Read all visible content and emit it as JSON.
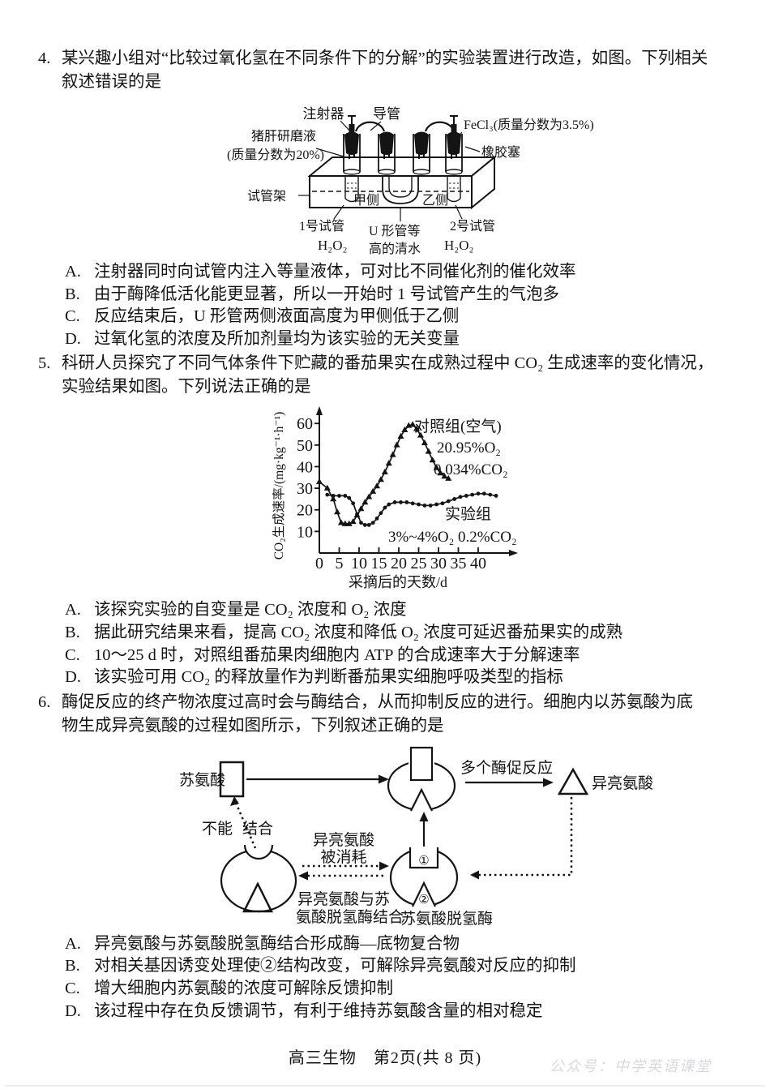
{
  "page": {
    "footer": "高三生物　第2页(共 8 页)",
    "watermark": "公众号：中学英语课堂"
  },
  "q4": {
    "number": "4.",
    "stem": [
      "某兴趣小组对“比较过氧化氢在不同条件下的分解”的实验装置进行改造，如图。下列相关",
      "叙述错误的是"
    ],
    "diagram": {
      "syringe": "注射器",
      "duct": "导管",
      "fecl3": "FeCl₃(质量分数为3.5%)",
      "liver1": "猪肝研磨液",
      "liver2": "(质量分数为20%)",
      "stopper": "橡胶塞",
      "rack": "试管架",
      "side_a": "甲侧",
      "side_b": "乙侧",
      "tube1": "1号试管",
      "h2o2_left": "H₂O₂",
      "utube1": "U 形管等",
      "utube2": "高的清水",
      "tube2": "2号试管",
      "h2o2_right": "H₂O₂"
    },
    "options": [
      {
        "label": "A.",
        "text": "注射器同时向试管内注入等量液体，可对比不同催化剂的催化效率"
      },
      {
        "label": "B.",
        "text": "由于酶降低活化能更显著，所以一开始时 1 号试管产生的气泡多"
      },
      {
        "label": "C.",
        "text": "反应结束后，U 形管两侧液面高度为甲侧低于乙侧"
      },
      {
        "label": "D.",
        "text": "过氧化氢的浓度及所加剂量均为该实验的无关变量"
      }
    ]
  },
  "q5": {
    "number": "5.",
    "stem": [
      "科研人员探究了不同气体条件下贮藏的番茄果实在成熟过程中 CO₂ 生成速率的变化情况，",
      "实验结果如图。下列说法正确的是"
    ],
    "options": [
      {
        "label": "A.",
        "text": "该探究实验的自变量是 CO₂ 浓度和 O₂ 浓度"
      },
      {
        "label": "B.",
        "text": "据此研究结果来看，提高 CO₂ 浓度和降低 O₂ 浓度可延迟番茄果实的成熟"
      },
      {
        "label": "C.",
        "text": "10～25 d 时，对照组番茄果肉细胞内 ATP 的合成速率大于分解速率"
      },
      {
        "label": "D.",
        "text": "该实验可用 CO₂ 的释放量作为判断番茄果实细胞呼吸类型的指标"
      }
    ]
  },
  "q6": {
    "number": "6.",
    "stem": [
      "酶促反应的终产物浓度过高时会与酶结合，从而抑制反应的进行。细胞内以苏氨酸为底",
      "物生成异亮氨酸的过程如图所示，下列叙述正确的是"
    ],
    "diagram": {
      "threonine": "苏氨酸",
      "multi_reaction": "多个酶促反应",
      "isoleucine": "异亮氨酸",
      "cannot1": "不能",
      "cannot2": "结合",
      "consumed1": "异亮氨酸",
      "consumed2": "被消耗",
      "bind1": "异亮氨酸与苏",
      "bind2": "氨酸脱氢酶结合",
      "enzyme_name": "苏氨酸脱氢酶",
      "site1": "①",
      "site2": "②"
    },
    "options": [
      {
        "label": "A.",
        "text": "异亮氨酸与苏氨酸脱氢酶结合形成酶—底物复合物"
      },
      {
        "label": "B.",
        "text": "对相关基因诱变处理使②结构改变，可解除异亮氨酸对反应的抑制"
      },
      {
        "label": "C.",
        "text": "增大细胞内苏氨酸的浓度可解除反馈抑制"
      },
      {
        "label": "D.",
        "text": "该过程中存在负反馈调节，有利于维持苏氨酸含量的相对稳定"
      }
    ]
  },
  "chart_data": {
    "type": "line",
    "title": "",
    "xlabel": "采摘后的天数/d",
    "ylabel": "CO₂生成速率/(mg·kg⁻¹·h⁻¹)",
    "xlim": [
      0,
      46
    ],
    "ylim": [
      0,
      62
    ],
    "xticks": [
      0,
      5,
      10,
      15,
      20,
      25,
      30,
      35,
      40
    ],
    "yticks": [
      10,
      20,
      30,
      40,
      50,
      60
    ],
    "grid": false,
    "legend_position": "inside-right",
    "legend": {
      "control_name": "对照组(空气)",
      "control_o2": "20.95%O₂",
      "control_co2": "0.034%CO₂",
      "exp_name": "实验组",
      "exp_cond": "3%~4%O₂  0.2%CO₂"
    },
    "series": [
      {
        "name": "对照组(空气)",
        "conditions": "20.95%O₂ 0.034%CO₂",
        "marker": "triangle",
        "points": [
          [
            0,
            33
          ],
          [
            2,
            30
          ],
          [
            3.5,
            25
          ],
          [
            4.5,
            19
          ],
          [
            5.5,
            14
          ],
          [
            6.5,
            13.5
          ],
          [
            7.5,
            13.5
          ],
          [
            8.5,
            14.5
          ],
          [
            9.5,
            17.5
          ],
          [
            10.5,
            20.5
          ],
          [
            11.5,
            23.5
          ],
          [
            12.5,
            26
          ],
          [
            13.5,
            28.5
          ],
          [
            14.5,
            31
          ],
          [
            15.5,
            34
          ],
          [
            16.5,
            37.5
          ],
          [
            17.5,
            41.5
          ],
          [
            18.5,
            45.5
          ],
          [
            19.5,
            50
          ],
          [
            20.5,
            54
          ],
          [
            21.5,
            57
          ],
          [
            22.5,
            59
          ],
          [
            23.5,
            59.5
          ],
          [
            24.5,
            57.5
          ],
          [
            25.5,
            54.5
          ],
          [
            26.5,
            51
          ],
          [
            27.5,
            47
          ],
          [
            28.5,
            43
          ],
          [
            29.5,
            39.5
          ],
          [
            30.5,
            37
          ],
          [
            31.5,
            35.5
          ],
          [
            32.5,
            34.5
          ]
        ]
      },
      {
        "name": "实验组",
        "conditions": "3%~4%O₂ 0.2%CO₂",
        "marker": "dot",
        "points": [
          [
            2,
            27
          ],
          [
            3.5,
            26.5
          ],
          [
            5,
            26.5
          ],
          [
            6.5,
            26.5
          ],
          [
            7.5,
            25.5
          ],
          [
            8.5,
            23
          ],
          [
            9.5,
            18
          ],
          [
            10.5,
            14
          ],
          [
            11.5,
            13
          ],
          [
            12.5,
            13
          ],
          [
            13.5,
            14
          ],
          [
            14.5,
            16
          ],
          [
            15.5,
            18.5
          ],
          [
            16.5,
            21
          ],
          [
            17.5,
            22.5
          ],
          [
            19,
            23.5
          ],
          [
            20.5,
            23.5
          ],
          [
            22,
            23.5
          ],
          [
            23.5,
            23
          ],
          [
            25,
            22.5
          ],
          [
            26.5,
            22
          ],
          [
            28,
            22
          ],
          [
            29.5,
            22.5
          ],
          [
            31,
            23
          ],
          [
            32.5,
            24
          ],
          [
            34,
            25
          ],
          [
            35.5,
            26
          ],
          [
            37,
            26.5
          ],
          [
            38.5,
            27
          ],
          [
            40,
            27.5
          ],
          [
            41.5,
            27.5
          ],
          [
            43,
            27
          ],
          [
            44.5,
            26.5
          ]
        ]
      }
    ]
  }
}
